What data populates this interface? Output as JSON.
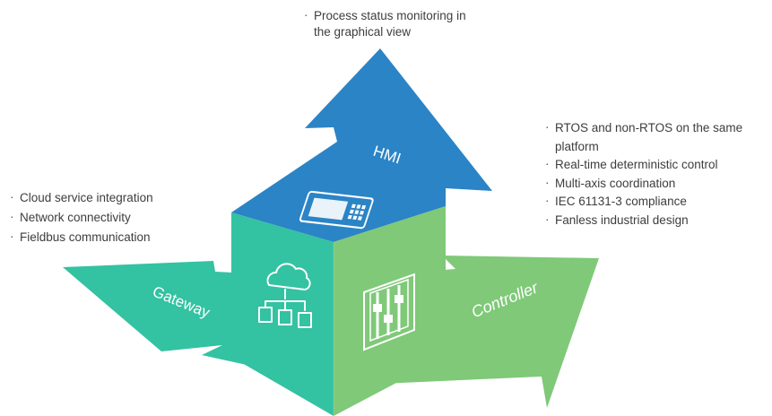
{
  "hmi": {
    "label": "HMI",
    "color": "#2b84c6",
    "bullets": [
      "Process status monitoring in the graphical view"
    ],
    "icon": "touch-panel-icon"
  },
  "gateway": {
    "label": "Gateway",
    "color": "#33c2a2",
    "bullets": [
      "Cloud service integration",
      "Network connectivity",
      "Fieldbus communication"
    ],
    "icon": "cloud-network-icon"
  },
  "controller": {
    "label": "Controller",
    "color": "#7fc979",
    "bullets": [
      "RTOS and non-RTOS on the same platform",
      "Real-time deterministic control",
      "Multi-axis coordination",
      "IEC 61131-3 compliance",
      "Fanless industrial design"
    ],
    "icon": "control-sliders-icon"
  }
}
